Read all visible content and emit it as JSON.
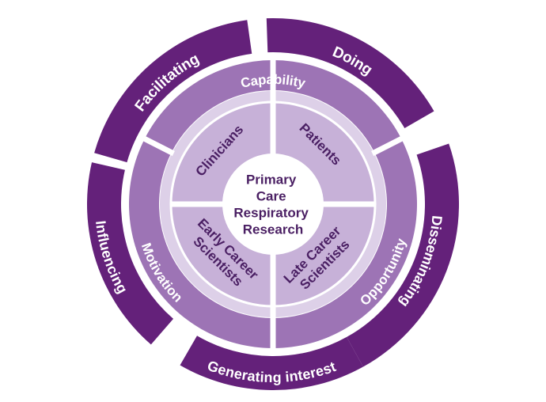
{
  "diagram": {
    "center_lines": [
      "Primary",
      "Care",
      "Respiratory",
      "Research"
    ],
    "inner_quadrants": [
      {
        "id": "clinicians",
        "lines": [
          "Clinicians"
        ]
      },
      {
        "id": "patients",
        "lines": [
          "Patients"
        ]
      },
      {
        "id": "late",
        "lines": [
          "Late Career",
          "Scientists"
        ]
      },
      {
        "id": "early",
        "lines": [
          "Early Career",
          "Scientists"
        ]
      }
    ],
    "middle_ring": [
      {
        "id": "capability",
        "label": "Capability"
      },
      {
        "id": "opportunity",
        "label": "Opportunity"
      },
      {
        "id": "motivation",
        "label": "Motivation"
      }
    ],
    "outer_ring": [
      {
        "id": "facilitating",
        "label": "Facilitating"
      },
      {
        "id": "doing",
        "label": "Doing"
      },
      {
        "id": "disseminating",
        "label": "Disseminating"
      },
      {
        "id": "generating",
        "label": "Generating interest"
      },
      {
        "id": "influencing",
        "label": "Influencing"
      }
    ],
    "colors": {
      "outer": "#64217a",
      "middle": "#9d74b5",
      "inner_ring": "#ddd0e8",
      "quadrant": "#c7b1d8",
      "center": "#ffffff",
      "dark_text": "#4a1f63",
      "light_text": "#ffffff"
    }
  }
}
